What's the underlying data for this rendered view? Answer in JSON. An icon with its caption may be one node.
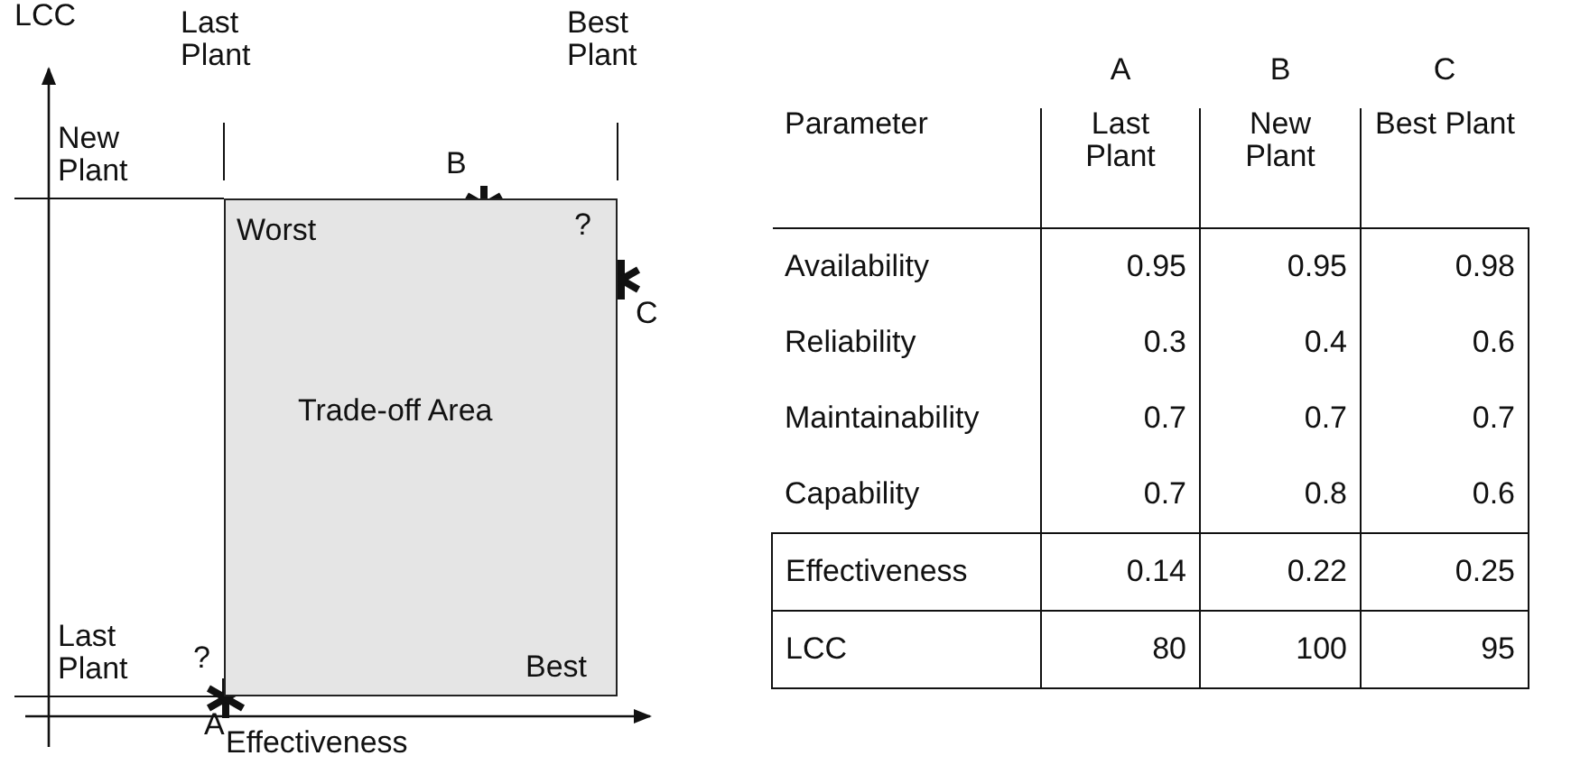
{
  "diagram": {
    "nodes": [
      {
        "text": [
          "Worst",
          "Trade-off Area",
          "Best"
        ]
      }
    ],
    "edges": [],
    "labels": [
      "LCC",
      "Last Plant",
      "Best Plant",
      "New Plant",
      "B",
      "?",
      "C",
      "Last Plant",
      "?",
      "A",
      "Effectiveness",
      "A",
      "B",
      "C",
      "Parameter",
      "Last Plant",
      "New Plant",
      "Best Plant",
      "Availability",
      "0.95",
      "0.95",
      "0.98",
      "Reliability",
      "0.3",
      "0.4",
      "0.6",
      "Maintainability",
      "0.7",
      "0.7",
      "0.7",
      "Capability",
      "0.7",
      "0.8",
      "0.6",
      "Effectiveness",
      "0.14",
      "0.22",
      "0.25",
      "LCC",
      "80",
      "100",
      "95"
    ]
  }
}
